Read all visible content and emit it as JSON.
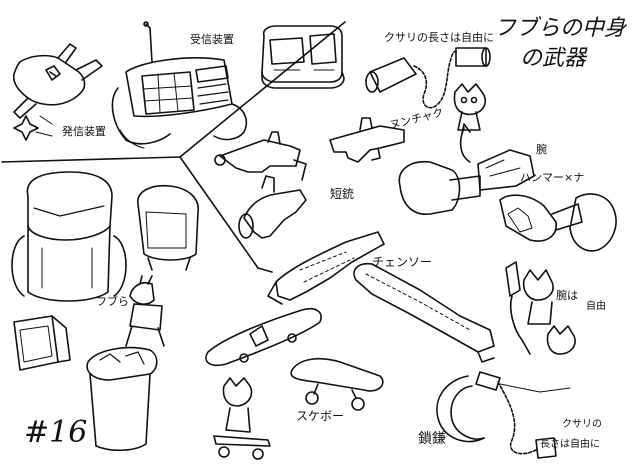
{
  "sheet": {
    "page_number": "#16",
    "title_line1": "フブらの中身",
    "title_line2": "の武器",
    "labels": {
      "receiver": "受信装置",
      "emitter": "発信装置",
      "sloth_nunchaku": "ヌンチャク",
      "sloth_chain_note": "クサリの長さは自由に",
      "hammer_arm": "ハンマー×ナ",
      "arm": "腕",
      "short_gun": "短銃",
      "chainsaw": "チェンソー",
      "backpack_char": "フブら",
      "skateboard": "スケボー",
      "kusarigama": "鎖鎌",
      "kusarigama_note1": "クサリの",
      "kusarigama_note2": "長さは自由に",
      "sickle_note": "腕は",
      "sickle_note2": "自由"
    },
    "line_color": "#111111",
    "paper_color": "#ffffff"
  }
}
